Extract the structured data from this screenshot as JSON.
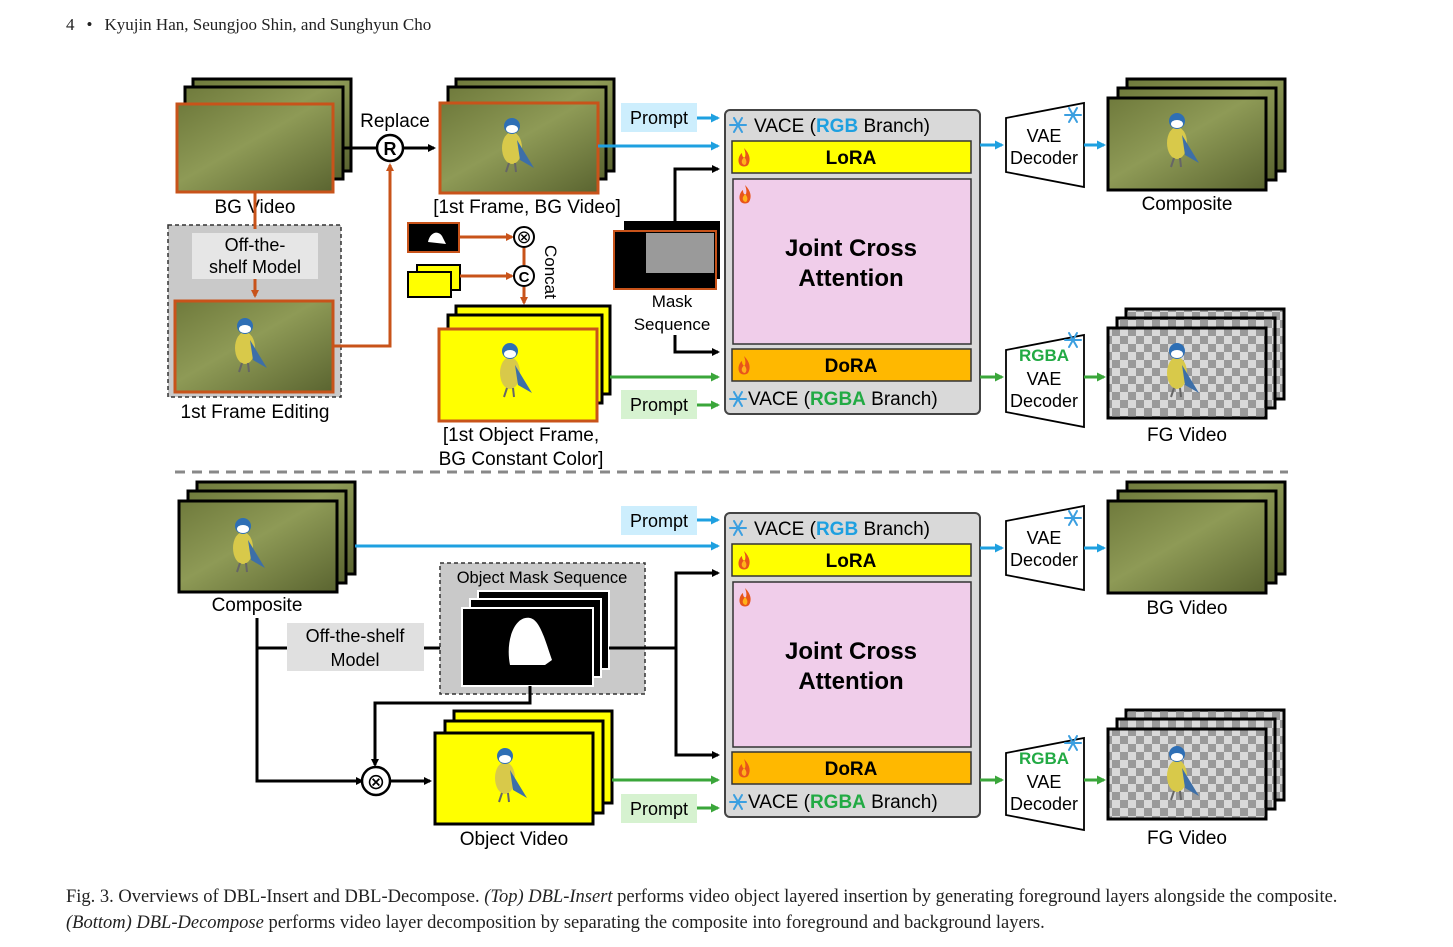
{
  "header": {
    "page_number": "4",
    "bullet": "•",
    "authors": "Kyujin Han, Seungjoo Shin, and Sunghyun Cho"
  },
  "top": {
    "bg_video": "BG Video",
    "off_the_shelf_1": "Off-the-",
    "off_the_shelf_2": "shelf Model",
    "first_frame_editing": "1st Frame Editing",
    "replace": "Replace",
    "replace_symbol": "R",
    "first_frame_bg_video": "[1st Frame, BG Video]",
    "concat": "Concat",
    "concat_symbol": "C",
    "multiply_symbol": "⊗",
    "first_object_frame_1": "[1st Object Frame,",
    "first_object_frame_2": "BG Constant Color]",
    "mask_sequence_1": "Mask",
    "mask_sequence_2": "Sequence",
    "prompt_rgb": "Prompt",
    "prompt_rgba": "Prompt",
    "vace_rgb_pre": "VACE (",
    "vace_rgb_mid": "RGB",
    "vace_rgb_post": " Branch)",
    "lora": "LoRA",
    "joint_1": "Joint Cross",
    "joint_2": "Attention",
    "dora": "DoRA",
    "vace_rgba_pre": "VACE (",
    "vace_rgba_mid": "RGBA",
    "vace_rgba_post": " Branch)",
    "vae_1": "VAE",
    "vae_2": "Decoder",
    "rgba": "RGBA",
    "vae_rgba_1": "VAE",
    "vae_rgba_2": "Decoder",
    "composite": "Composite",
    "fg_video": "FG Video"
  },
  "bottom": {
    "composite": "Composite",
    "off_the_shelf_1": "Off-the-shelf",
    "off_the_shelf_2": "Model",
    "object_mask_sequence": "Object Mask Sequence",
    "object_video": "Object Video",
    "multiply_symbol": "⊗",
    "prompt_rgb": "Prompt",
    "prompt_rgba": "Prompt",
    "vace_rgb_pre": "VACE (",
    "vace_rgb_mid": "RGB",
    "vace_rgb_post": " Branch)",
    "lora": "LoRA",
    "joint_1": "Joint Cross",
    "joint_2": "Attention",
    "dora": "DoRA",
    "vace_rgba_pre": "VACE (",
    "vace_rgba_mid": "RGBA",
    "vace_rgba_post": " Branch)",
    "vae_1": "VAE",
    "vae_2": "Decoder",
    "rgba": "RGBA",
    "vae_rgba_1": "VAE",
    "vae_rgba_2": "Decoder",
    "bg_video": "BG Video",
    "fg_video": "FG Video"
  },
  "caption": {
    "lead": "Fig. 3.  Overviews of DBL-Insert and DBL-Decompose. ",
    "top_italic": "(Top) DBL-Insert",
    "top_text": " performs video object layered insertion by generating foreground layers alongside the composite. ",
    "bottom_italic": "(Bottom) DBL-Decompose",
    "bottom_text": " performs video layer decomposition by separating the composite into foreground and background layers."
  },
  "icons": {
    "frozen": "snowflake-icon",
    "trainable": "flame-icon",
    "bird": "bird-icon"
  },
  "colors": {
    "rgb_branch": "#1ea0e0",
    "rgba_branch": "#22aa44",
    "lora_fill": "#ffff00",
    "dora_fill": "#ffb800",
    "joint_fill": "#f0cdea",
    "orange_arrow": "#c8531a",
    "prompt_blue_bg": "#cdeefd",
    "prompt_green_bg": "#d6f2d0"
  }
}
